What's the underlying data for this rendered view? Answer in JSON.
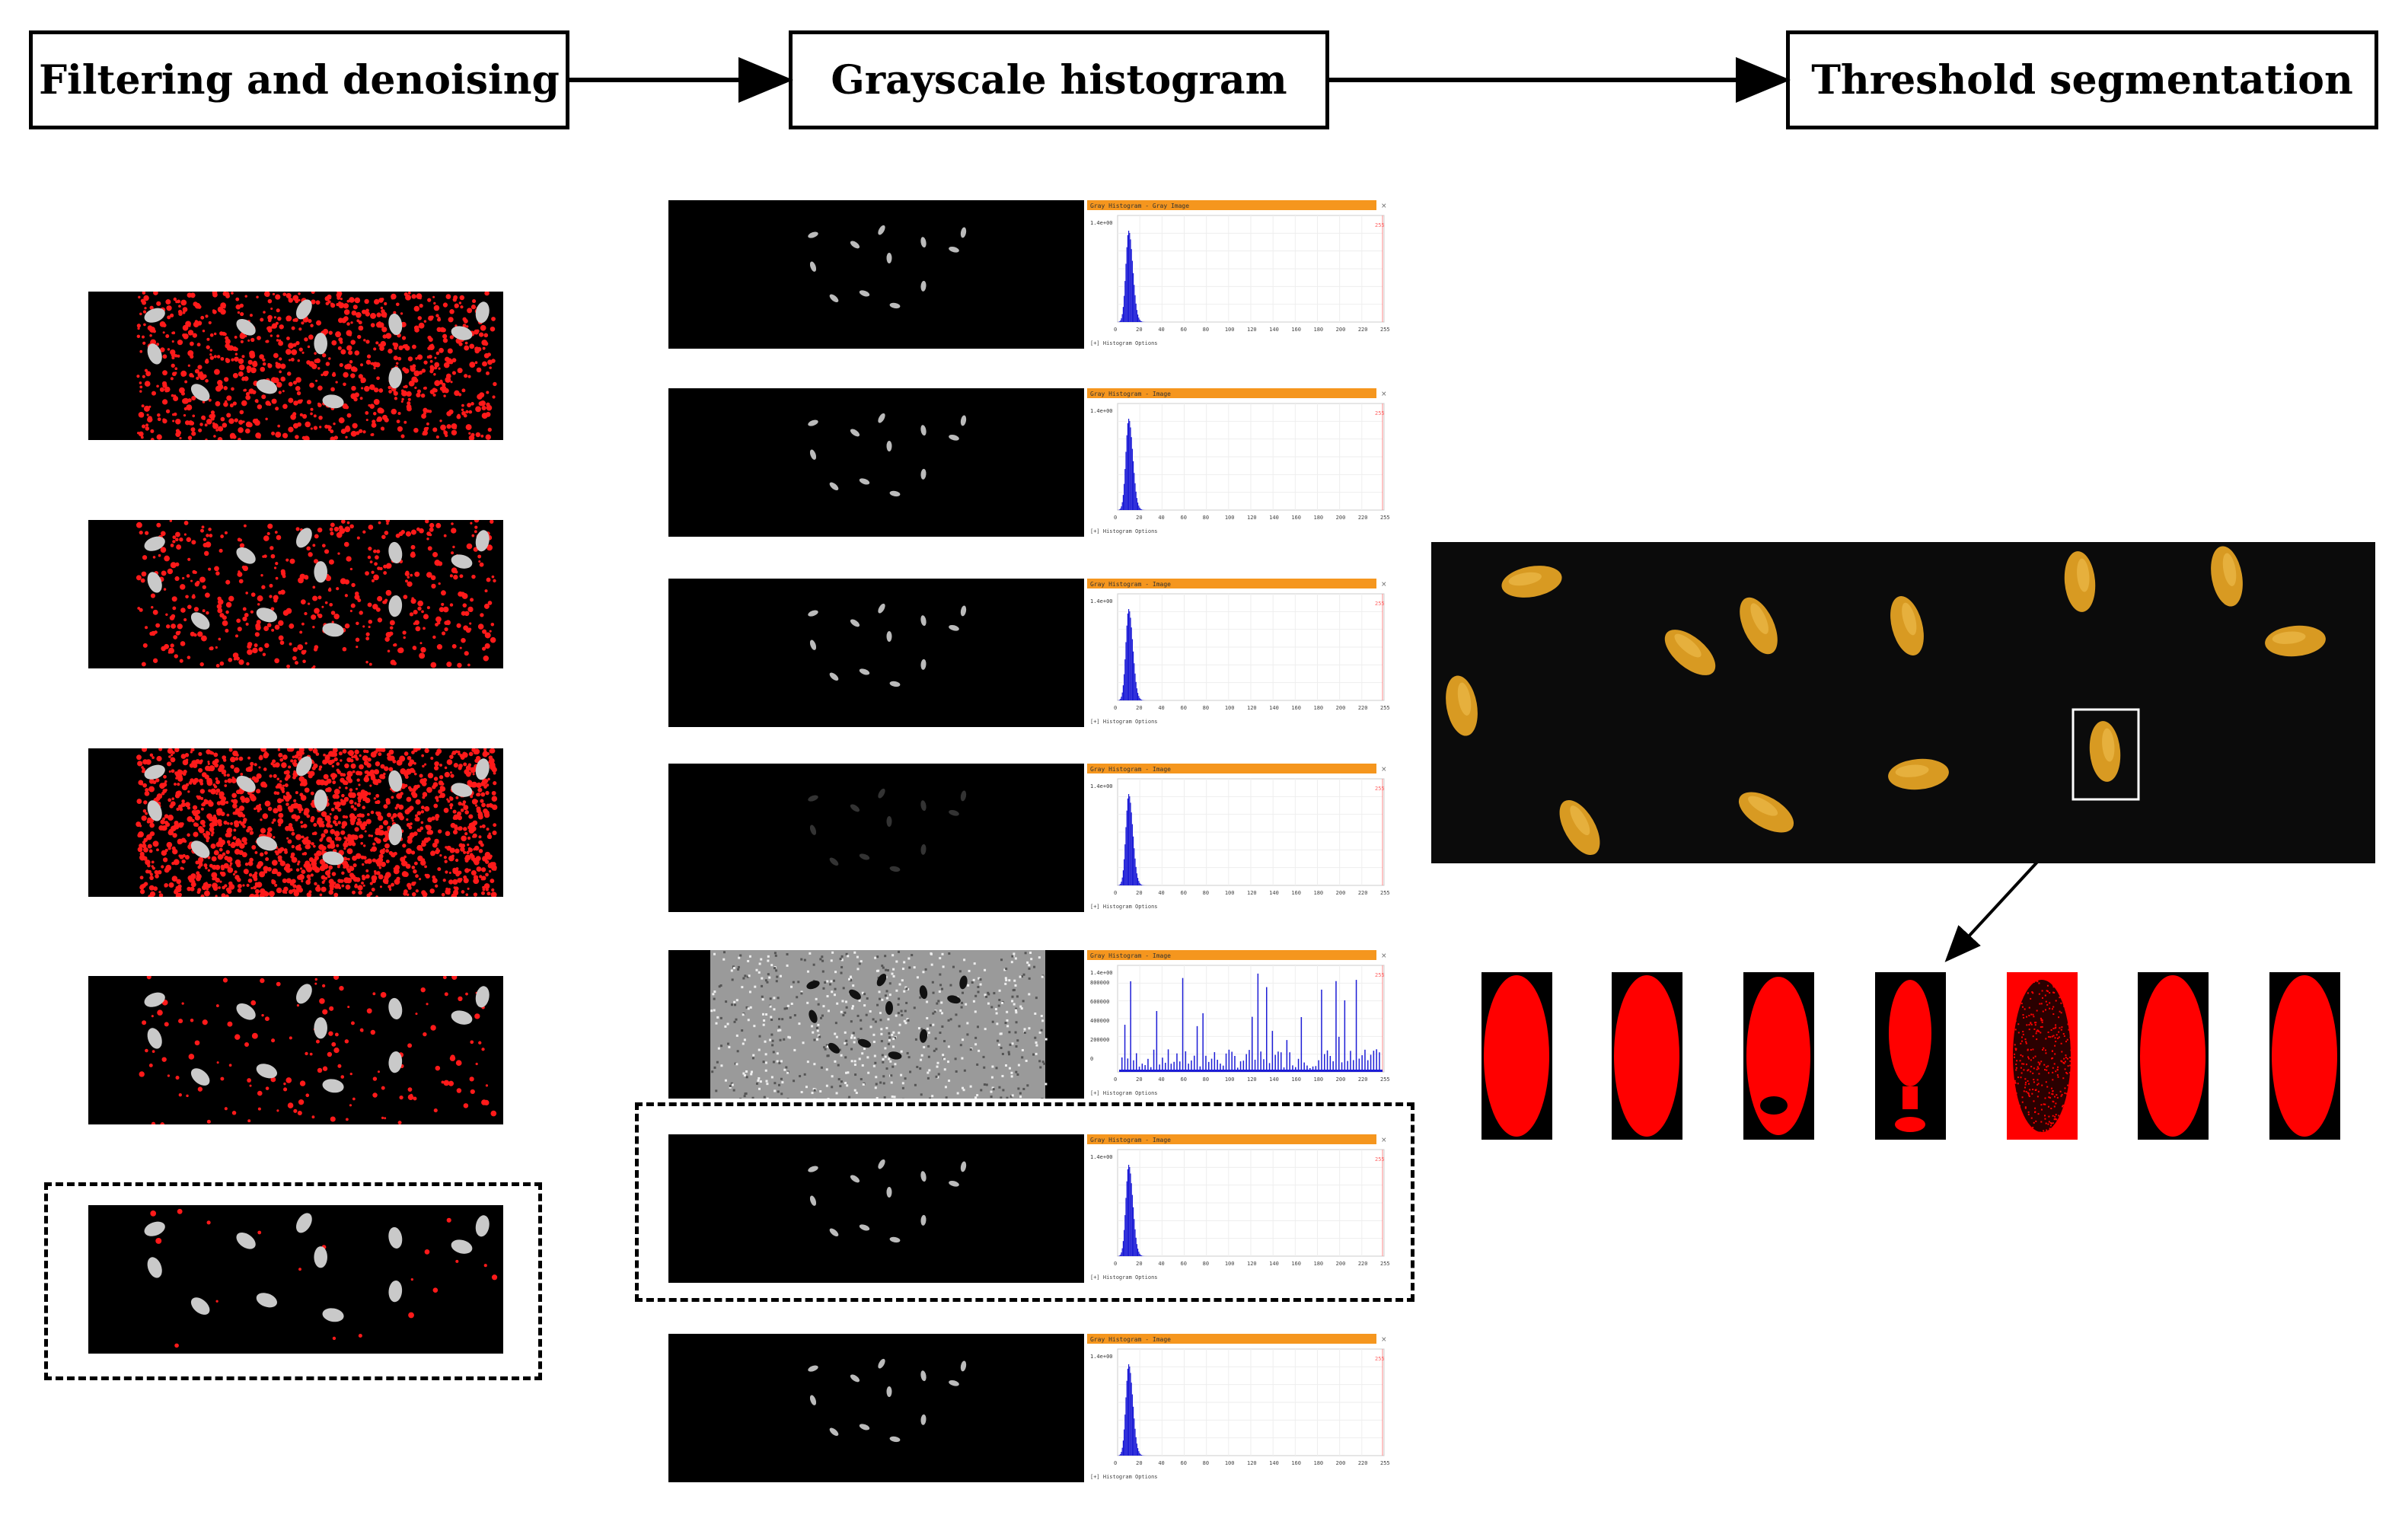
{
  "stages": {
    "filtering": "Filtering and denoising",
    "histogram": "Grayscale histogram",
    "threshold": "Threshold segmentation"
  },
  "histogram_panel": {
    "title_prefix": "Gray Histogram - ",
    "titles": [
      "Gray Image",
      "Image",
      "Image",
      "Image",
      "Image",
      "Image",
      "Image"
    ],
    "options_label": "Histogram Options",
    "x_ticks": [
      "0",
      "20",
      "40",
      "60",
      "80",
      "100",
      "120",
      "140",
      "160",
      "180",
      "200",
      "220",
      "255"
    ],
    "y_top_label": "1.4e+00",
    "y_ticks_panel5": [
      "800000",
      "600000",
      "400000",
      "200000",
      "0"
    ],
    "right_marker": "255"
  },
  "colors": {
    "noise_red": "#ff1a1a",
    "histogram_blue": "#1d1dd6",
    "title_bar_orange": "#f5961e",
    "grain_gold": "#d89a22",
    "mask_red": "#ff0000"
  }
}
